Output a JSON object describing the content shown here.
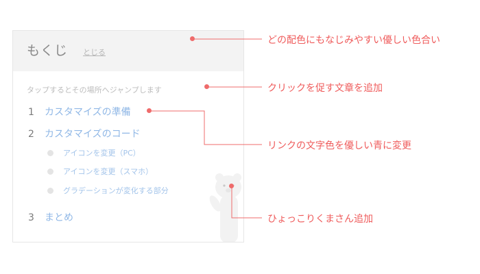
{
  "toc": {
    "title": "もくじ",
    "close_label": "とじる",
    "prompt": "タップするとその場所へジャンプします",
    "items": [
      {
        "number": "1",
        "label": "カスタマイズの準備"
      },
      {
        "number": "2",
        "label": "カスタマイズのコード"
      },
      {
        "number": "3",
        "label": "まとめ"
      }
    ],
    "subitems": [
      {
        "label": "アイコンを変更（PC）"
      },
      {
        "label": "アイコンを変更（スマホ）"
      },
      {
        "label": "グラデーションが変化する部分"
      }
    ]
  },
  "annotations": [
    {
      "text": "どの配色にもなじみやすい優しい色合い"
    },
    {
      "text": "クリックを促す文章を追加"
    },
    {
      "text": "リンクの文字色を優しい青に変更"
    },
    {
      "text": "ひょっこりくまさん追加"
    }
  ],
  "colors": {
    "accent": "#ef5b5b",
    "link": "#8fb7e6",
    "header_bg": "#f3f3f3"
  }
}
